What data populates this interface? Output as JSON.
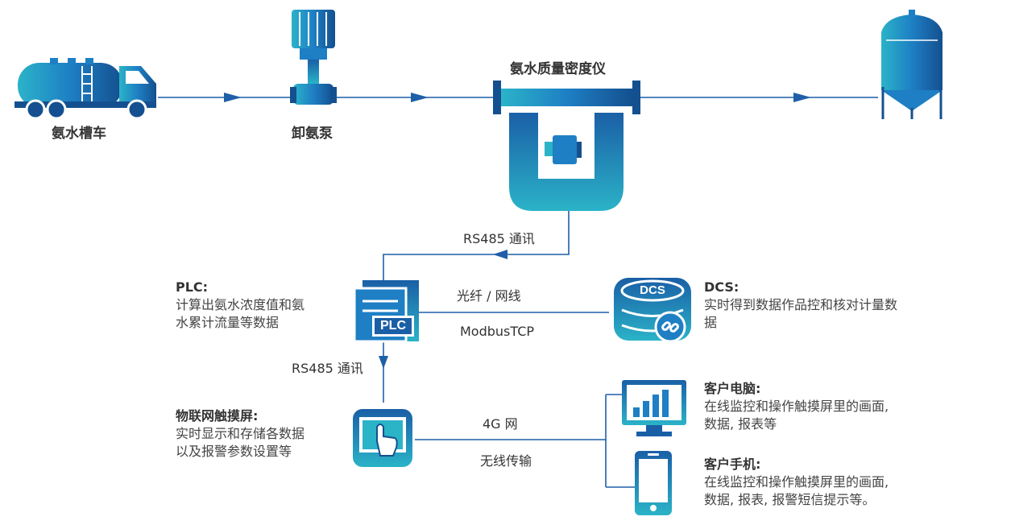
{
  "nodes": {
    "tanker": "氨水槽车",
    "pump": "卸氨泵",
    "meter": "氨水质量密度仪",
    "plc_badge": "PLC",
    "dcs_badge": "DCS"
  },
  "links": {
    "rs485_top": "RS485 通讯",
    "fiber": "光纤 / 网线",
    "modbus": "ModbusTCP",
    "rs485_left": "RS485 通讯",
    "g4": "4G 网",
    "wireless": "无线传输"
  },
  "descriptions": {
    "plc": {
      "title": "PLC:",
      "line1": "计算出氨水浓度值和氨",
      "line2": "水累计流量等数据"
    },
    "dcs": {
      "title": "DCS:",
      "line1": "实时得到数据作品控和核对计量数",
      "line2": "据"
    },
    "touch": {
      "title": "物联网触摸屏:",
      "line1": "实时显示和存储各数据",
      "line2": "以及报警参数设置等"
    },
    "pc": {
      "title": "客户电脑:",
      "line1": "在线监控和操作触摸屏里的画面,",
      "line2": "数据, 报表等"
    },
    "phone": {
      "title": "客户手机:",
      "line1": "在线监控和操作触摸屏里的画面,",
      "line2": "数据, 报表, 报警短信提示等。"
    }
  },
  "colors": {
    "line": "#1f5fa8",
    "accent": "#1e7fc4",
    "dark": "#14508f",
    "teal": "#2bb3c8"
  }
}
